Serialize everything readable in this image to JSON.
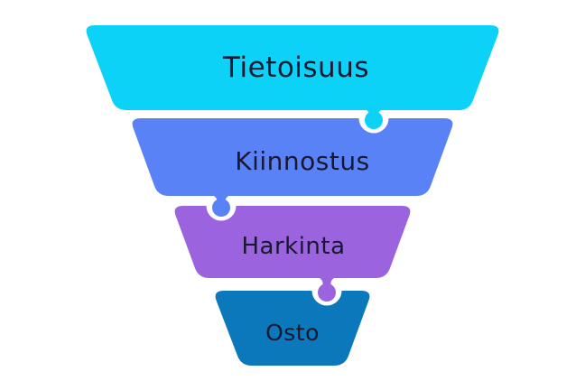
{
  "funnel": {
    "background_color": "#ffffff",
    "text_color": "#181830",
    "stages": [
      {
        "label": "Tietoisuus",
        "color": "#0cd2f7"
      },
      {
        "label": "Kiinnostus",
        "color": "#5a82f7"
      },
      {
        "label": "Harkinta",
        "color": "#9b64de"
      },
      {
        "label": "Osto",
        "color": "#0a78ba"
      }
    ]
  }
}
